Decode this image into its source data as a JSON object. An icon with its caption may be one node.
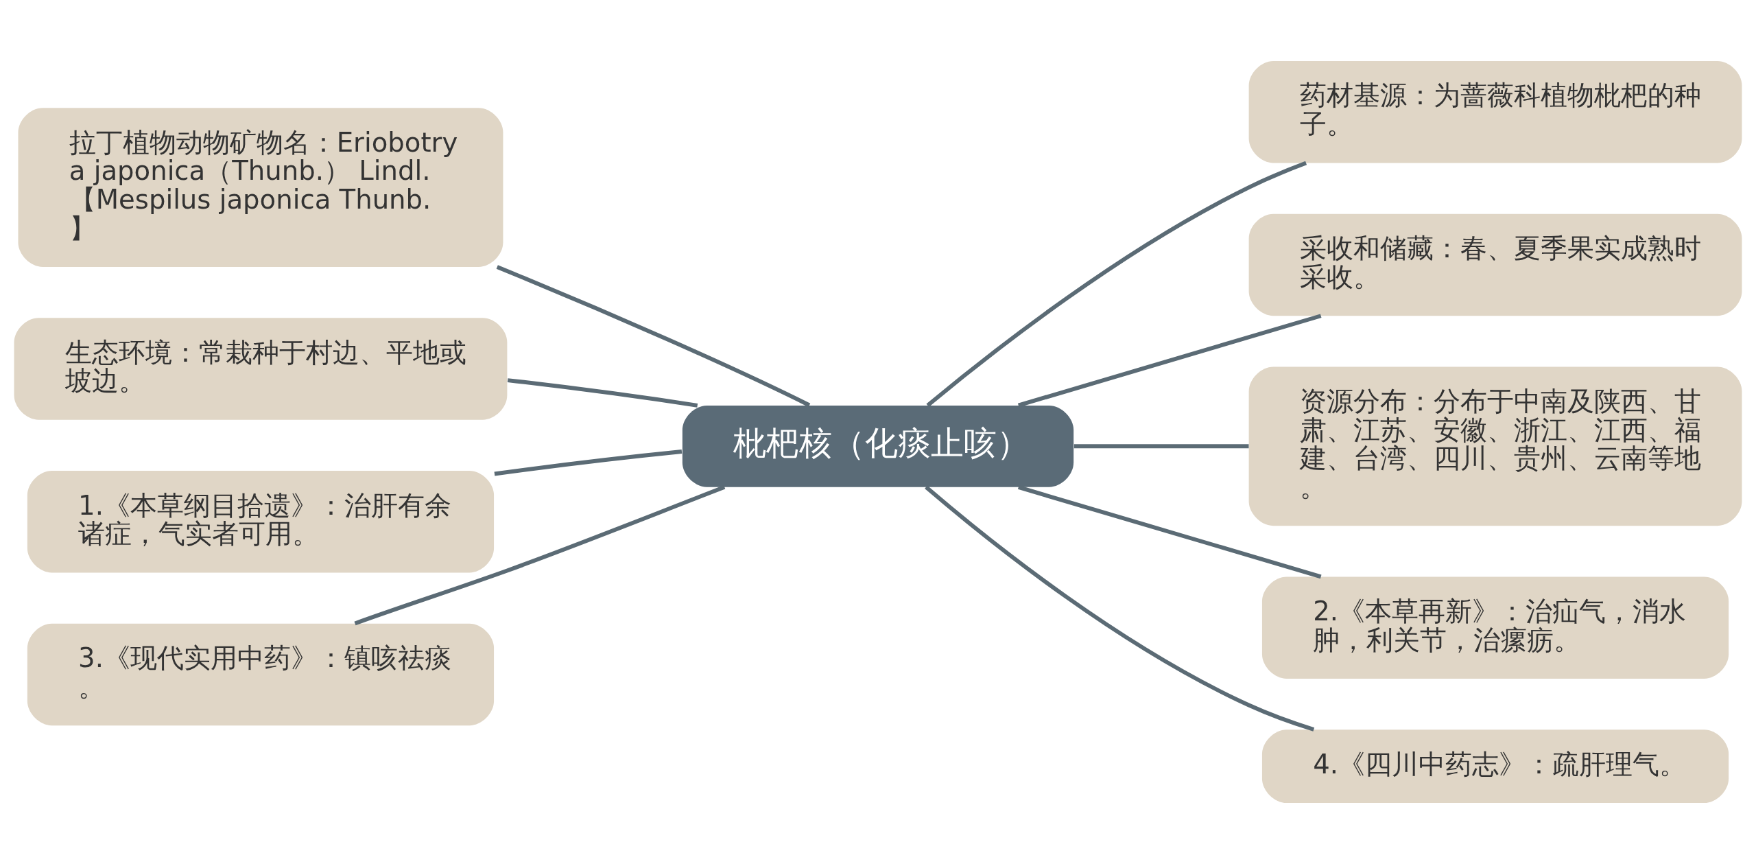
{
  "diagram": {
    "nodes": [
      {
        "text": [
          "枇杷核（化痰止咳）"
        ]
      },
      {
        "text": [
          "拉丁植物动物矿物名：Eriobotrya japonica（Thunb.） Lindl.【Mespilus japonica Thunb.】"
        ]
      },
      {
        "text": [
          "生态环境：常栽种于村边、平地或坡边。"
        ]
      },
      {
        "text": [
          "1.《本草纲目拾遗》：治肝有余诸症，气实者可用。"
        ]
      },
      {
        "text": [
          "3.《现代实用中药》：镇咳祛痰。"
        ]
      },
      {
        "text": [
          "药材基源：为蔷薇科植物枇杷的种子。"
        ]
      },
      {
        "text": [
          "采收和储藏：春、夏季果实成熟时采收。"
        ]
      },
      {
        "text": [
          "资源分布：分布于中南及陕西、甘肃、江苏、安徽、浙江、江西、福建、台湾、四川、贵州、云南等地。"
        ]
      },
      {
        "text": [
          "2.《本草再新》：治疝气，消水肿，利关节，治瘰疬。"
        ]
      },
      {
        "text": [
          "4.《四川中药志》：疏肝理气。"
        ]
      }
    ],
    "edges": [
      {
        "from": 0,
        "to": 1,
        "arrow": "none"
      },
      {
        "from": 0,
        "to": 2,
        "arrow": "none"
      },
      {
        "from": 0,
        "to": 3,
        "arrow": "none"
      },
      {
        "from": 0,
        "to": 4,
        "arrow": "none"
      },
      {
        "from": 0,
        "to": 5,
        "arrow": "none"
      },
      {
        "from": 0,
        "to": 6,
        "arrow": "none"
      },
      {
        "from": 0,
        "to": 7,
        "arrow": "none"
      },
      {
        "from": 0,
        "to": 8,
        "arrow": "none"
      },
      {
        "from": 0,
        "to": 9,
        "arrow": "none"
      }
    ]
  }
}
